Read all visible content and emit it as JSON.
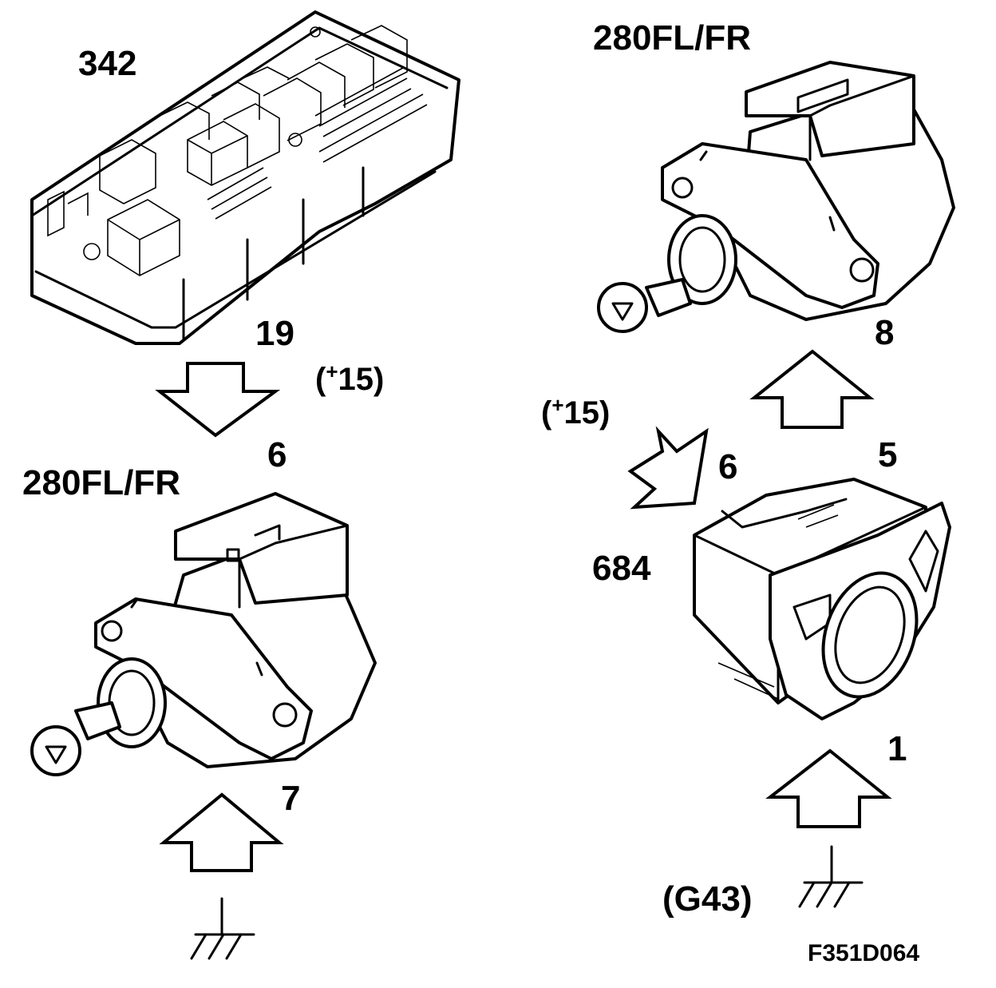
{
  "components": {
    "fuse_relay_box": {
      "number": "342"
    },
    "actuator_left": {
      "number": "280FL/FR"
    },
    "actuator_right": {
      "number": "280FL/FR"
    },
    "switch": {
      "number": "684"
    }
  },
  "pins": {
    "relay_box_out": "19",
    "left_actuator_in": "6",
    "left_actuator_ground": "7",
    "right_actuator_out": "8",
    "switch_feed_in": "6",
    "switch_out": "5",
    "switch_ground": "1"
  },
  "supply": {
    "left_prefix": "(",
    "left_plus": "+",
    "left_value": "15)",
    "right_prefix": "(",
    "right_plus": "+",
    "right_value": "15)"
  },
  "ground": {
    "label": "(G43)"
  },
  "figure_id": "F351D064"
}
